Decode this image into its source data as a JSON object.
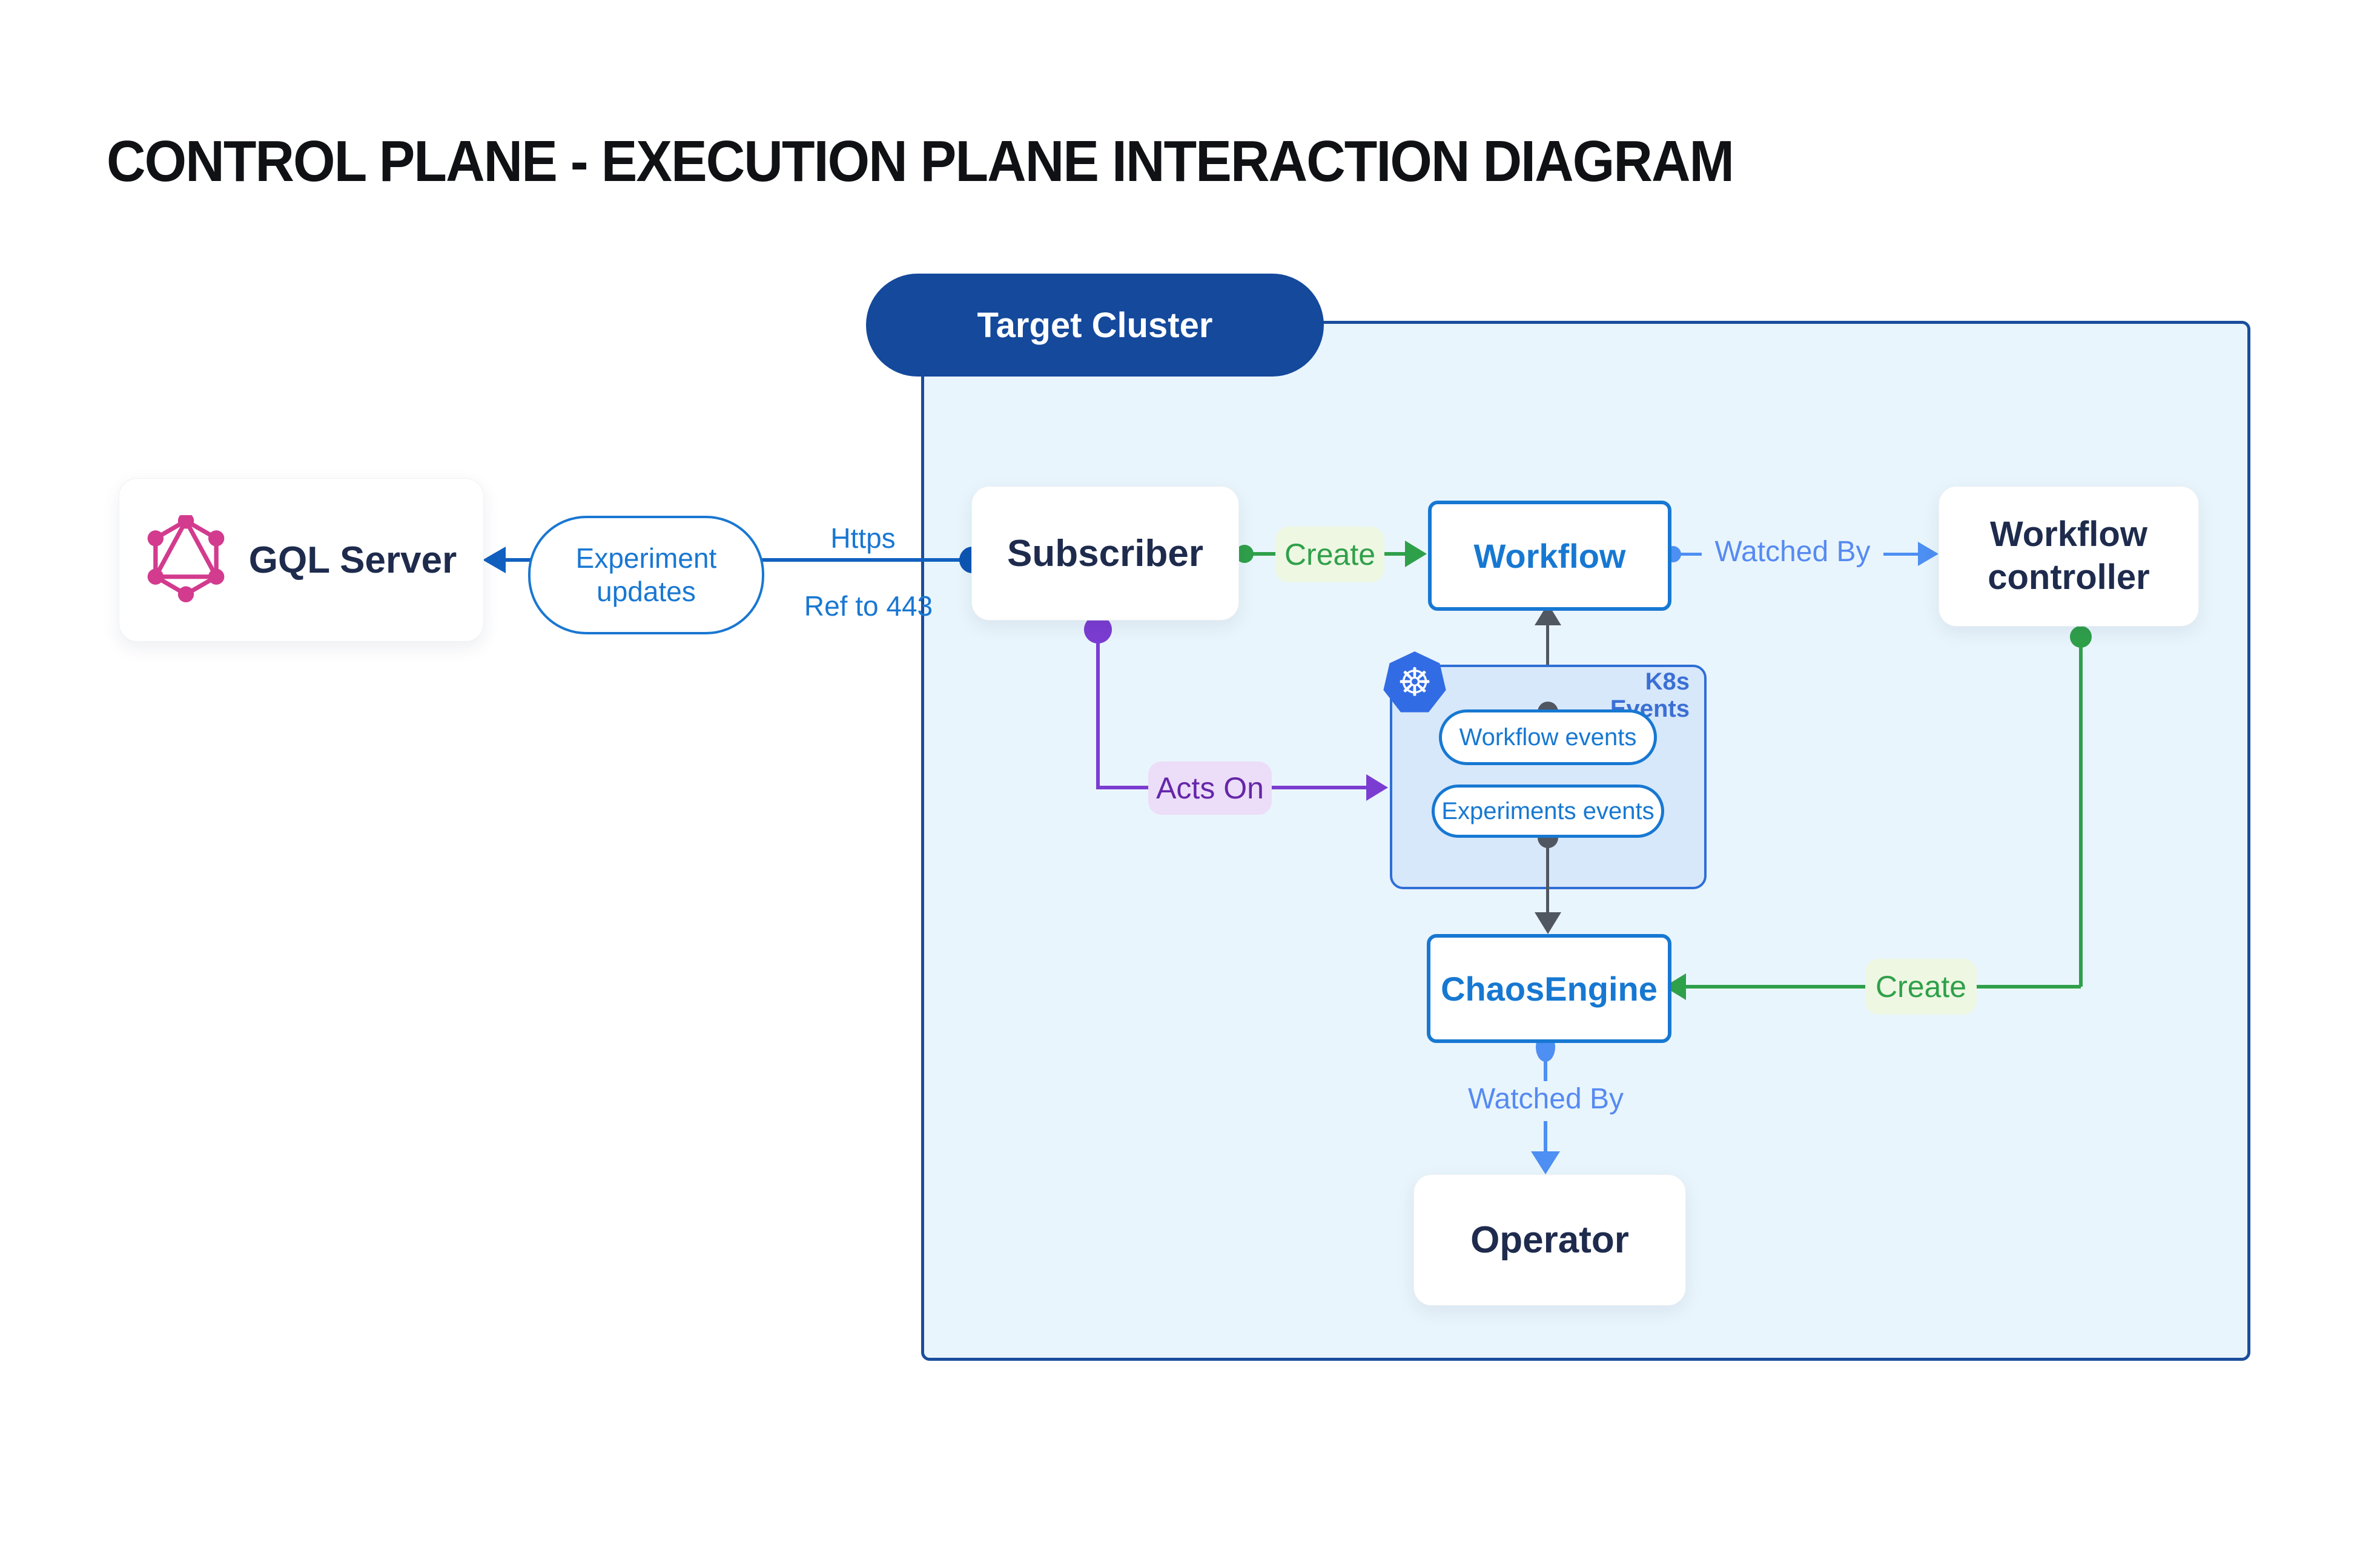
{
  "title": "CONTROL PLANE - EXECUTION PLANE INTERACTION DIAGRAM",
  "target_cluster": {
    "label": "Target Cluster"
  },
  "nodes": {
    "gql_server": {
      "label": "GQL Server"
    },
    "subscriber": {
      "label": "Subscriber"
    },
    "workflow": {
      "label": "Workflow"
    },
    "workflow_controller": {
      "label": "Workflow controller"
    },
    "chaos_engine": {
      "label": "ChaosEngine"
    },
    "operator": {
      "label": "Operator"
    }
  },
  "k8s_events": {
    "title": "K8s Events",
    "icon_glyph": "☸",
    "pills": [
      {
        "label": "Workflow events"
      },
      {
        "label": "Experiments events"
      }
    ]
  },
  "edges": {
    "experiment_updates": {
      "label": "Experiment updates"
    },
    "https": {
      "label": "Https"
    },
    "ref_443": {
      "label": "Ref to 443"
    },
    "create_workflow": {
      "label": "Create"
    },
    "watched_by_workflow": {
      "label": "Watched By"
    },
    "acts_on": {
      "label": "Acts On"
    },
    "create_chaosengine": {
      "label": "Create"
    },
    "watched_by_operator": {
      "label": "Watched By"
    }
  },
  "colors": {
    "box_border_blue": "#1778d2",
    "cluster_pill_blue": "#14499c",
    "cluster_border_blue": "#1b4d9c",
    "cluster_bg": "#e9f5fc",
    "link_blue": "#1160c0",
    "light_blue_label": "#568af2",
    "green": "#2fa04a",
    "green_label_bg": "#eef7e2",
    "purple": "#7b3dd1",
    "purple_label_bg": "#ecddf8",
    "gray_line": "#515761",
    "navy_text": "#1e2b4d",
    "k8s_box_bg": "#d7e8fa",
    "k8s_blue": "#326ce5",
    "graphql_pink": "#d23b8e"
  }
}
